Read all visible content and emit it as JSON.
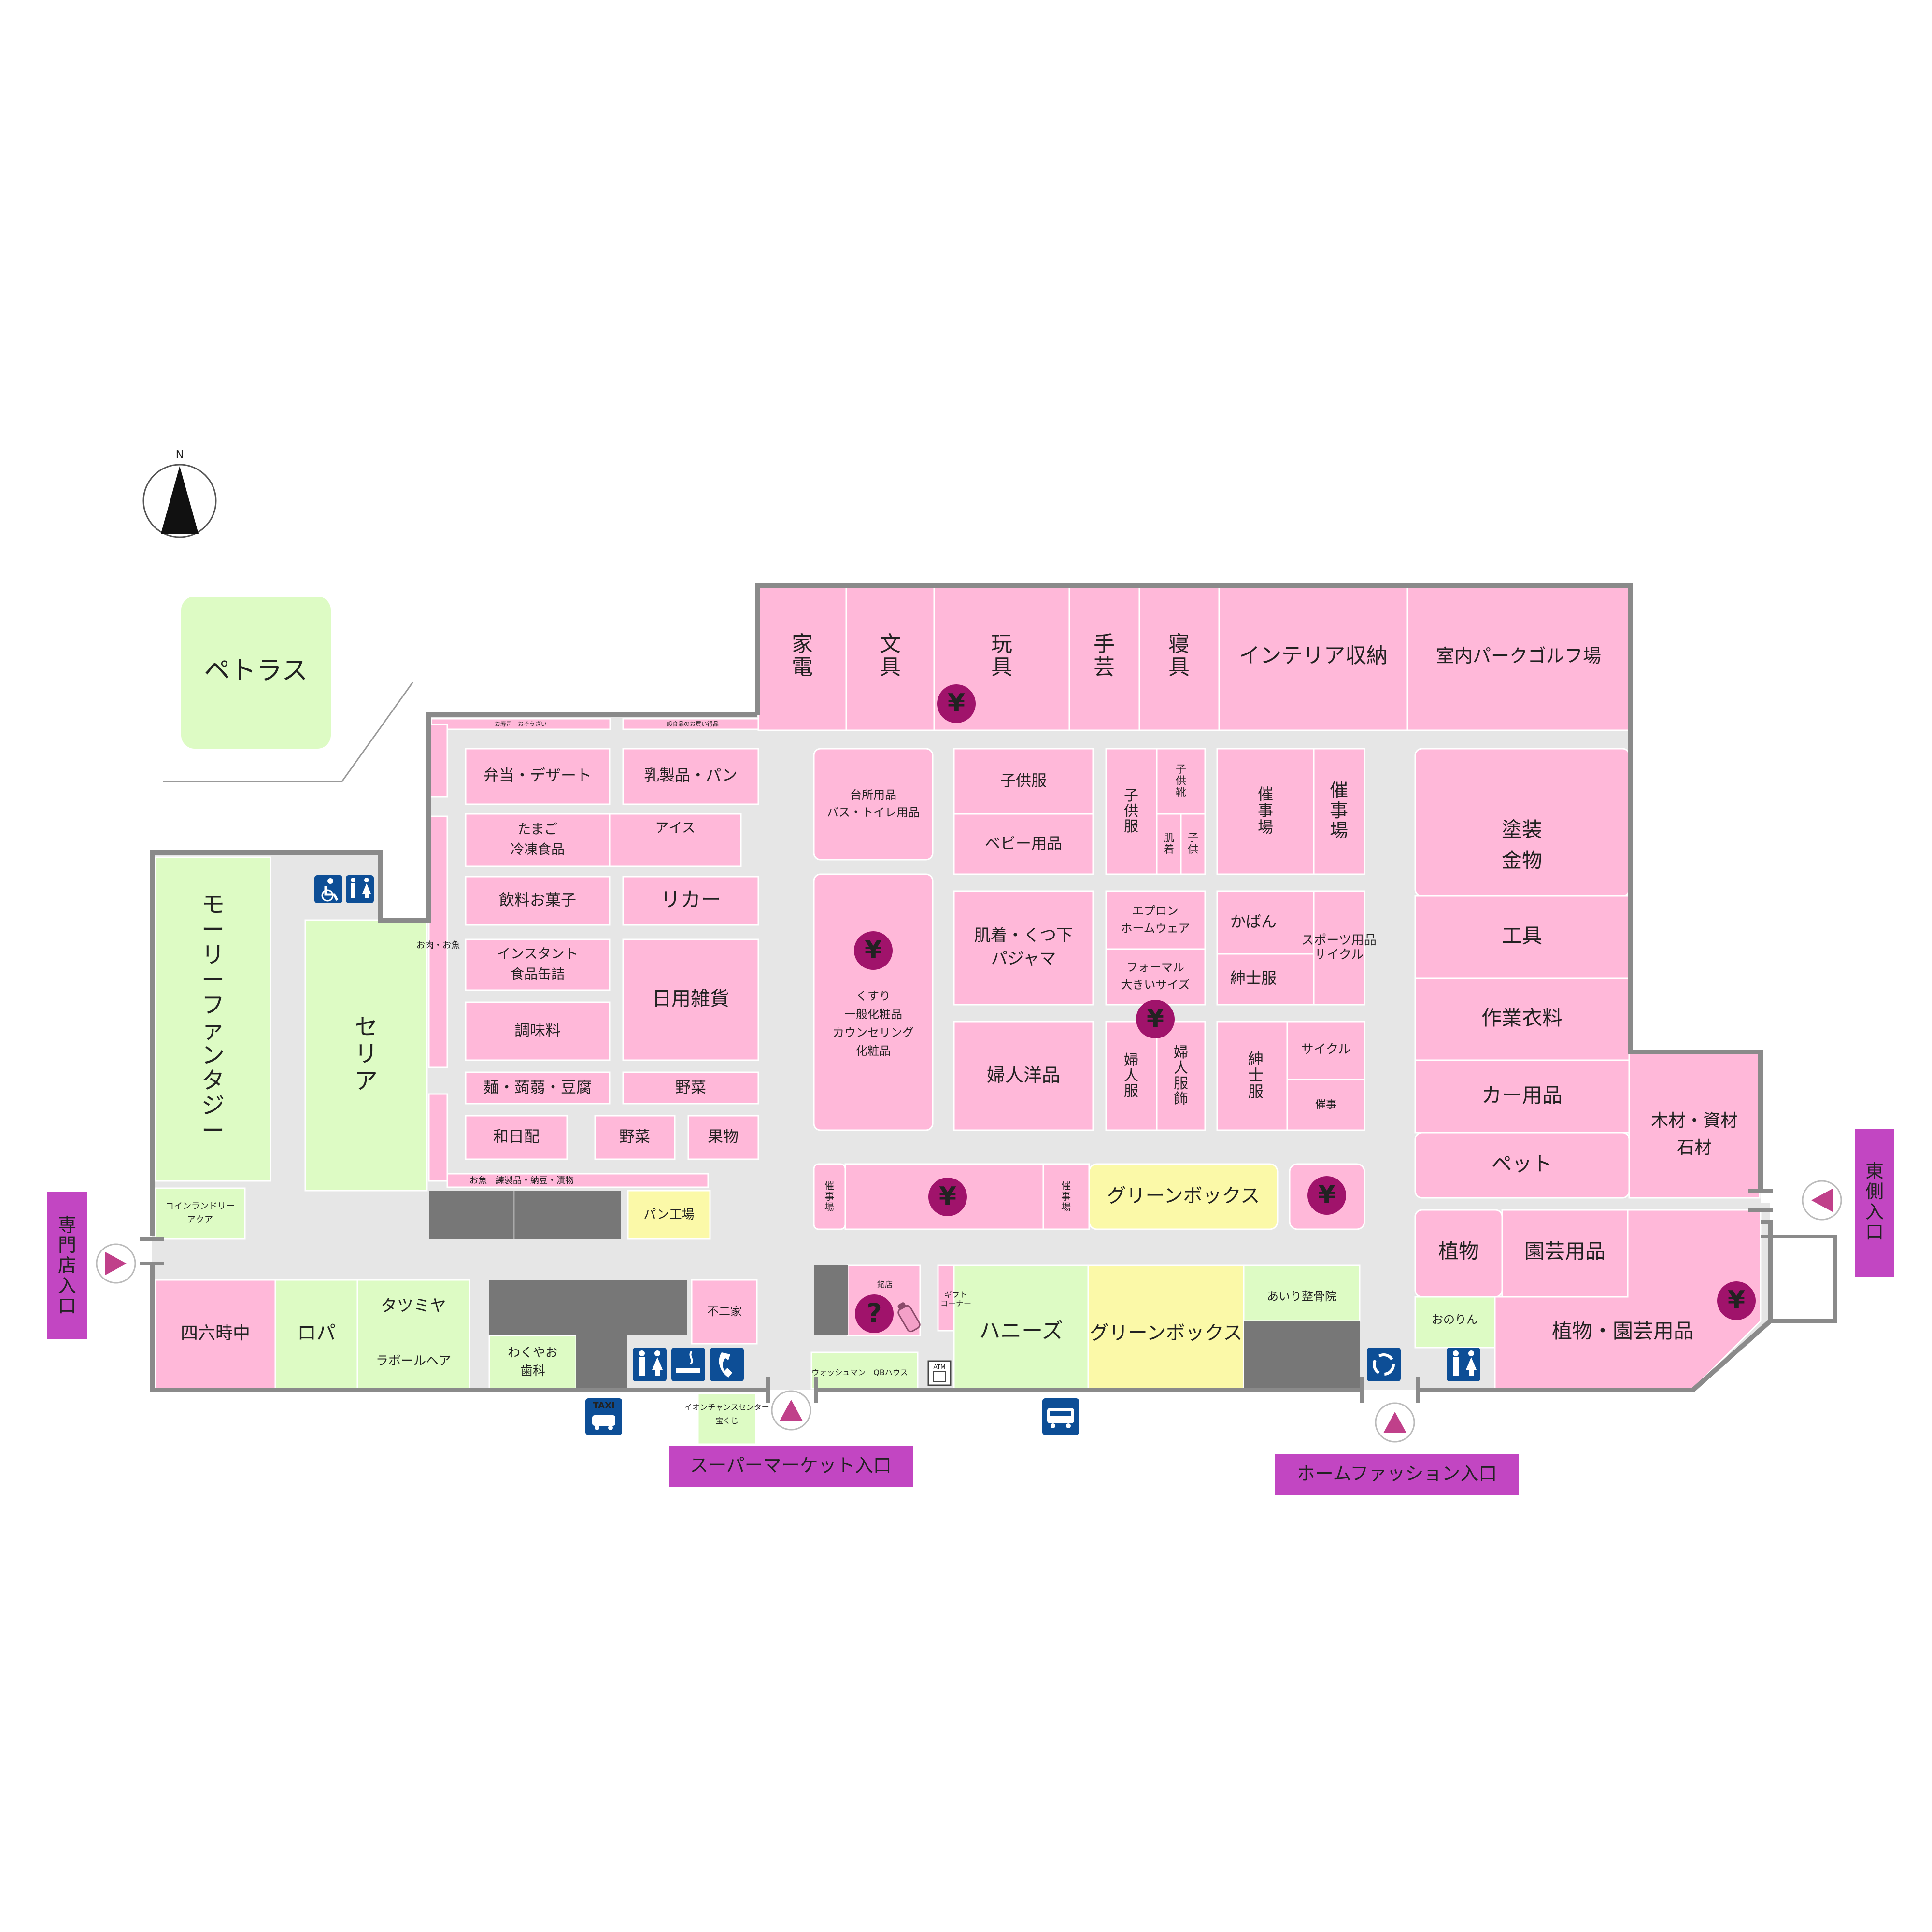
{
  "colors": {
    "shop_pink": "#FFB8D9",
    "tenant_green": "#DDFBC4",
    "tenant_yellow": "#FBF9A8",
    "corridor": "#E6E6E6",
    "wall": "#8A8A8A",
    "service_dark": "#777777",
    "entrance_sign": "#C246C2",
    "entrance_marker": "#C0408A",
    "atm_marker": "#A0136B",
    "facility_icon": "#0D4E96"
  },
  "compass": {
    "label": "N"
  },
  "outside": {
    "petras": "ペトラス"
  },
  "north": {
    "kaden": "家\n電",
    "bungu": "文\n具",
    "gangu": "玩\n具",
    "shugei": "手\n芸",
    "shingu": "寝\n具",
    "interior": "インテリア収納",
    "golf": "室内パークゴルフ場"
  },
  "food": {
    "label_sushi": "お寿司　おそうざい",
    "label_ippan": "一般食品のお買い得品",
    "bento": "弁当・デザート",
    "nyuseihin": "乳製品・パン",
    "tamago": "たまご\n冷凍食品",
    "ice": "アイス",
    "inryo": "飲料お菓子",
    "liquor": "リカー",
    "instant": "インスタント\n食品缶詰",
    "nichiyo": "日用雑貨",
    "chomiryo": "調味料",
    "men": "麺・蒟蒻・豆腐",
    "yasai1": "野菜",
    "wabi": "和日配",
    "yasai2": "野菜",
    "kudamono": "果物",
    "oniku": "お肉・お魚",
    "osakana": "お魚　練製品・納豆・漬物",
    "pan_kojo": "パン工場"
  },
  "central": {
    "daidokoro": "台所用品\nバス・トイレ用品",
    "kusuri": "くすり\n一般化粧品\nカウンセリング\n化粧品",
    "kodomo": "子供服",
    "baby": "ベビー用品",
    "kodomo2": "子\n供\n服",
    "kodomo_kutsu": "子\n供\n靴",
    "hadagi_ko": "肌\n着",
    "kodomo3": "子\n供",
    "saiji1": "催\n事\n場",
    "saiji2": "催\n事\n場",
    "hadagi": "肌着・くつ下\nパジャマ",
    "apron": "エプロン\nホームウェア",
    "formal": "フォーマル\n大きいサイズ",
    "kaban": "かばん",
    "shinshi_bag": "紳士服",
    "sports": "スポーツ用品\nサイクル",
    "fujin_yohin": "婦人洋品",
    "fujin_fuku": "婦\n人\n服",
    "fujin_fukushoku": "婦\n人\n服\n飾",
    "shinshi": "紳\n士\n服",
    "cycle": "サイクル",
    "saiji3": "催事",
    "saiji_a": "催\n事\n場",
    "saiji_b": "催\n事\n場",
    "green_box_1": "グリーンボックス"
  },
  "east": {
    "toso": "塗装\n金物",
    "kogu": "工具",
    "sagyo": "作業衣料",
    "car": "カー用品",
    "pet": "ペット",
    "mokuzai": "木材・資材\n石材",
    "shokubutsu": "植物",
    "engei": "園芸用品",
    "onorin": "おのりん",
    "shokubutsu_engei": "植物・園芸用品"
  },
  "west": {
    "molly": "モ\nー\nリ\nー\nフ\nァ\nン\nタ\nジ\nー",
    "seria": "セ\nリ\nア",
    "laundry": "コインランドリー\nアクア",
    "shiroku": "四六時中",
    "ropa": "ロパ",
    "tatsumiya": "タツミヤ",
    "laboule": "ラボールヘア",
    "wakuyao": "わくやお\n歯科",
    "fujiya": "不二家"
  },
  "south": {
    "meiten": "銘店",
    "gift": "ギフト\nコーナー",
    "honeys": "ハニーズ",
    "green_box_2": "グリーンボックス",
    "airi": "あいり整骨院",
    "washman": "ウォッシュマン　QBハウス",
    "atm": "ATM",
    "chance": "イオンチャンスセンター\n宝くじ"
  },
  "entrances": {
    "senmonten": "専\n門\n店\n入\n口",
    "higashi": "東\n側\n入\n口",
    "supermarket": "スーパーマーケット入口",
    "home_fashion": "ホームファッション入口"
  },
  "icons": {
    "yen": "¥",
    "info": "?",
    "taxi": "TAXI"
  }
}
